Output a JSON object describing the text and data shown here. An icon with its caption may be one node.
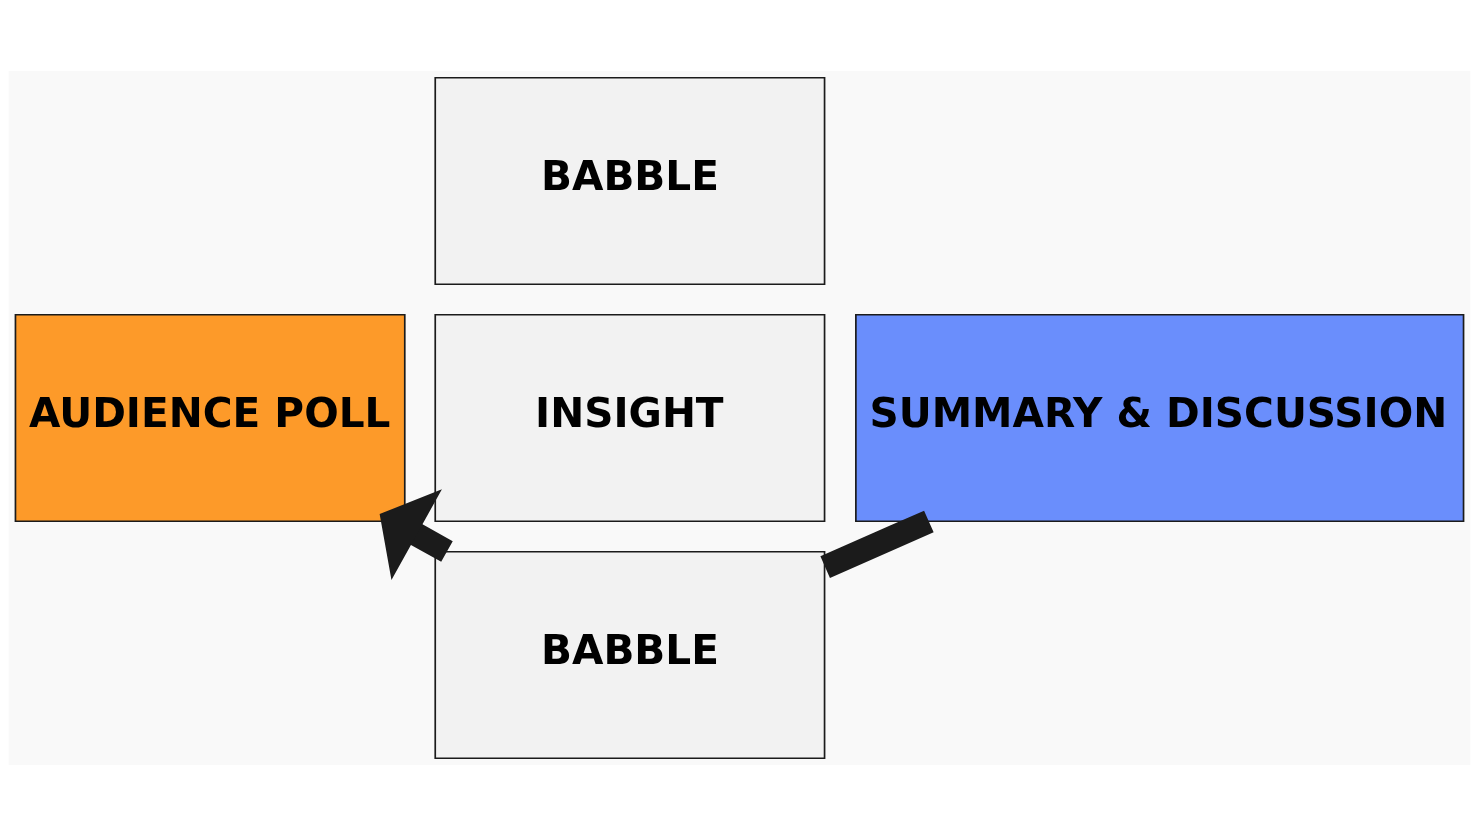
{
  "diagram": {
    "nodes": [
      {
        "text": [
          "BABBLE"
        ]
      },
      {
        "text": [
          "AUDIENCE POLL"
        ]
      },
      {
        "text": [
          "INSIGHT"
        ]
      },
      {
        "text": [
          "SUMMARY & DISCUSSION"
        ]
      },
      {
        "text": [
          "BABBLE"
        ]
      }
    ],
    "edges": [
      {
        "from": 3,
        "to": 4,
        "arrow": "none"
      },
      {
        "from": 4,
        "to": 1,
        "arrow": "to"
      }
    ]
  }
}
